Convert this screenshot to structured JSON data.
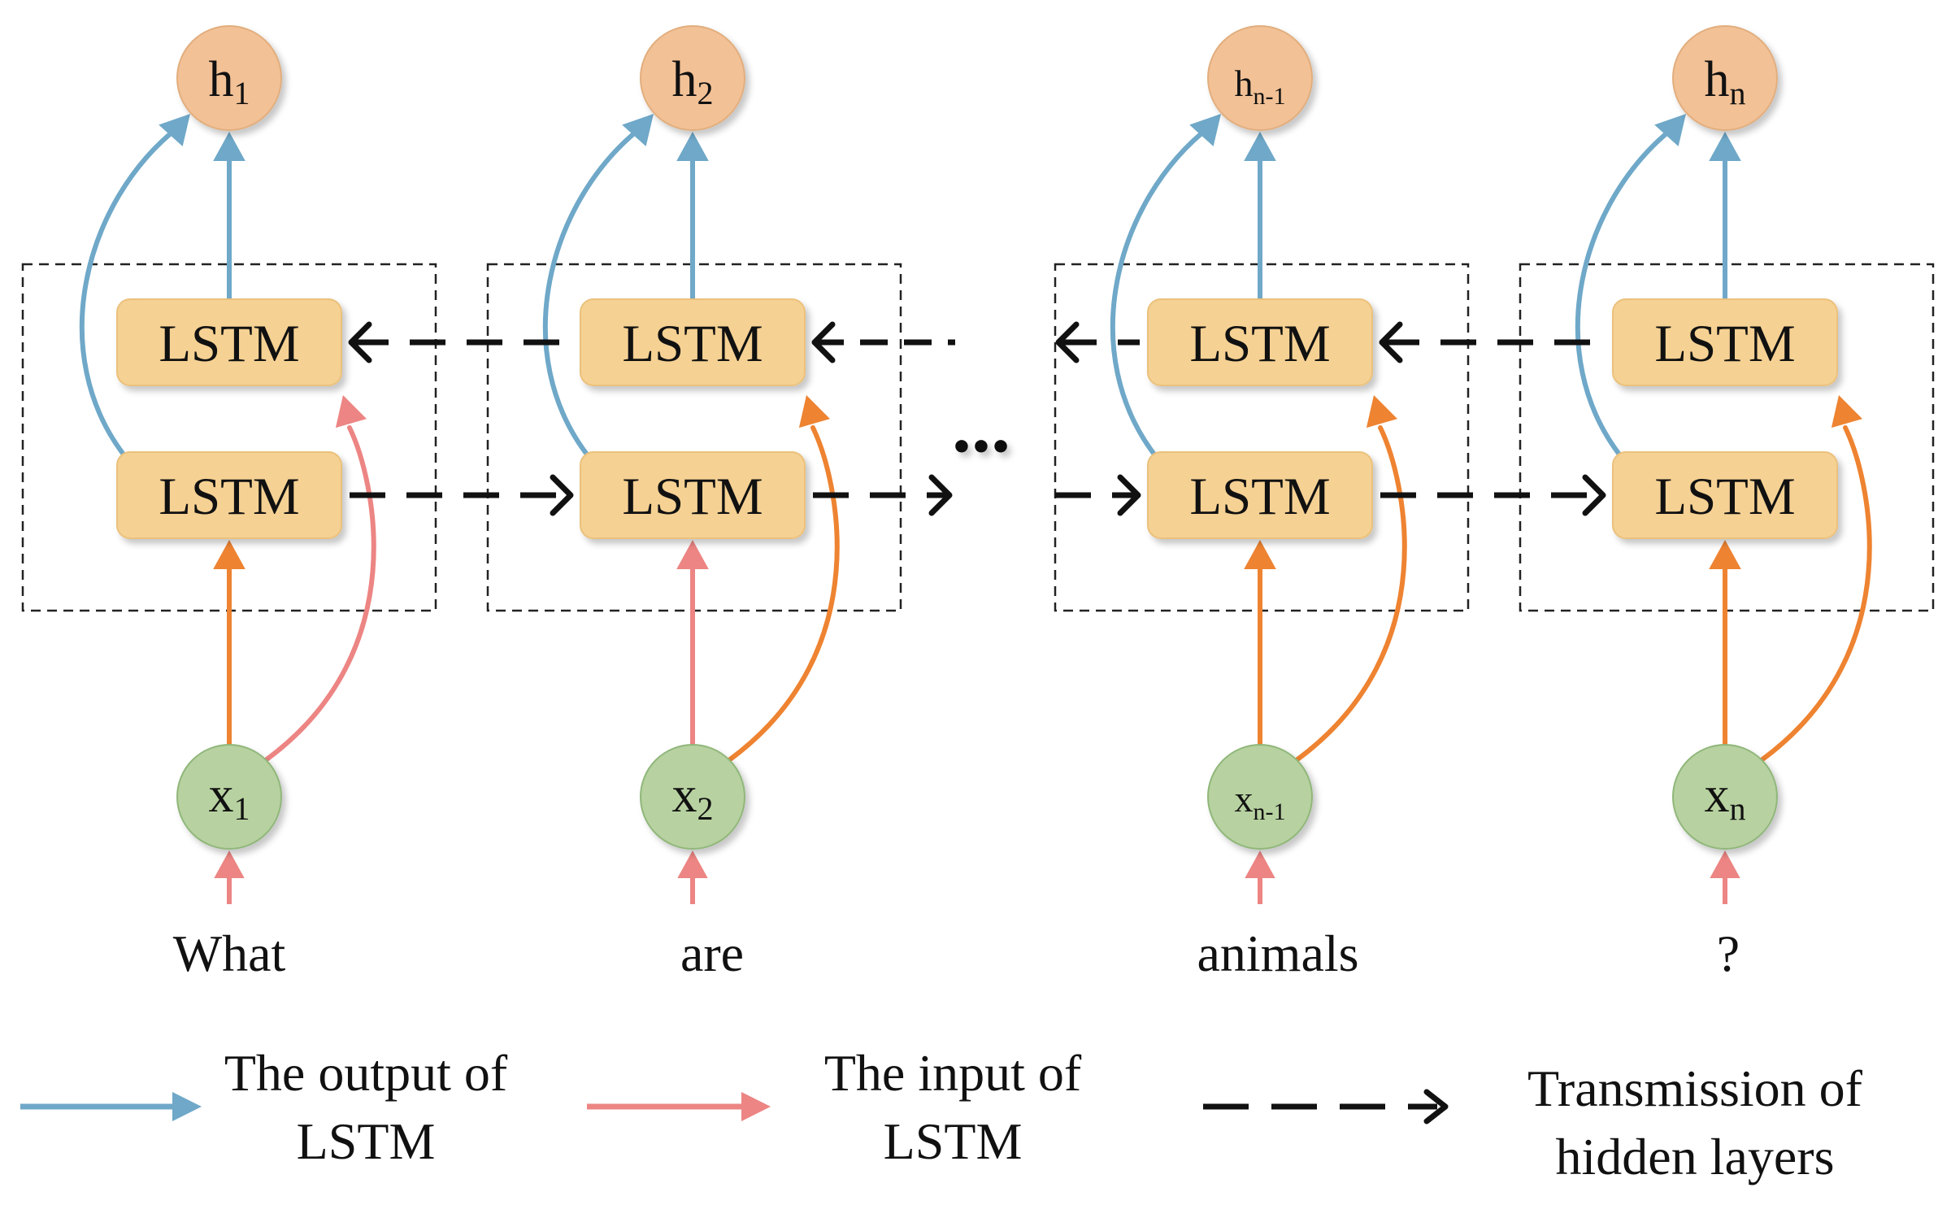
{
  "colors": {
    "output_arrow": "#6FA8C8",
    "input_arrow": "#EC8583",
    "forward_input_arrow": "#EE8331",
    "hidden_arrow": "#111111",
    "lstm_fill": "#F5D193",
    "output_node_fill": "#F2C196",
    "input_node_fill": "#B7D1A0",
    "input_node_stroke": "#90B77A"
  },
  "columns": [
    {
      "output": {
        "base": "h",
        "sub": "1"
      },
      "input": {
        "base": "x",
        "sub": "1"
      },
      "lstm_top": "LSTM",
      "lstm_bottom": "LSTM",
      "word": "What"
    },
    {
      "output": {
        "base": "h",
        "sub": "2"
      },
      "input": {
        "base": "x",
        "sub": "2"
      },
      "lstm_top": "LSTM",
      "lstm_bottom": "LSTM",
      "word": "are"
    },
    {
      "output": {
        "base": "h",
        "sub": "n-1"
      },
      "input": {
        "base": "x",
        "sub": "n-1"
      },
      "lstm_top": "LSTM",
      "lstm_bottom": "LSTM",
      "word": "animals"
    },
    {
      "output": {
        "base": "h",
        "sub": "n"
      },
      "input": {
        "base": "x",
        "sub": "n"
      },
      "lstm_top": "LSTM",
      "lstm_bottom": "LSTM",
      "word": "?"
    }
  ],
  "ellipsis": "•••",
  "legend": {
    "output": {
      "line1": "The output of",
      "line2": "LSTM"
    },
    "input": {
      "line1": "The input of",
      "line2": "LSTM"
    },
    "hidden": {
      "line1": "Transmission of",
      "line2": "hidden layers"
    }
  }
}
